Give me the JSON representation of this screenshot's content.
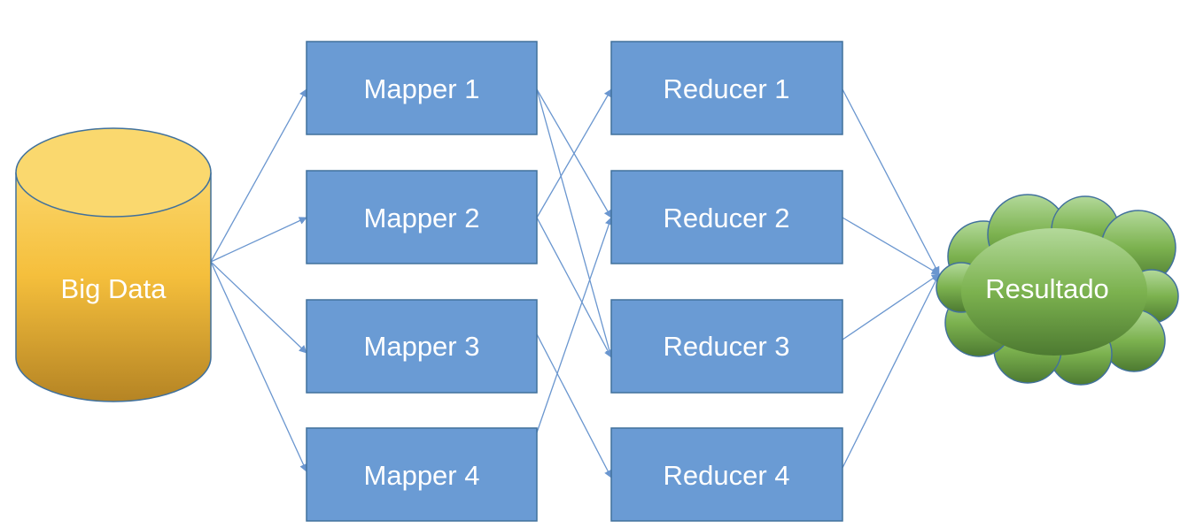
{
  "diagram": {
    "source": {
      "id": "bigdata",
      "label": "Big Data"
    },
    "mappers": [
      {
        "id": "m1",
        "label": "Mapper 1"
      },
      {
        "id": "m2",
        "label": "Mapper 2"
      },
      {
        "id": "m3",
        "label": "Mapper 3"
      },
      {
        "id": "m4",
        "label": "Mapper 4"
      }
    ],
    "reducers": [
      {
        "id": "r1",
        "label": "Reducer 1"
      },
      {
        "id": "r2",
        "label": "Reducer 2"
      },
      {
        "id": "r3",
        "label": "Reducer 3"
      },
      {
        "id": "r4",
        "label": "Reducer 4"
      }
    ],
    "result": {
      "id": "resultado",
      "label": "Resultado"
    },
    "edges": [
      [
        "bigdata",
        "m1"
      ],
      [
        "bigdata",
        "m2"
      ],
      [
        "bigdata",
        "m3"
      ],
      [
        "bigdata",
        "m4"
      ],
      [
        "m1",
        "r2"
      ],
      [
        "m1",
        "r3"
      ],
      [
        "m2",
        "r1"
      ],
      [
        "m2",
        "r3"
      ],
      [
        "m3",
        "r4"
      ],
      [
        "m4",
        "r2"
      ],
      [
        "r1",
        "resultado"
      ],
      [
        "r2",
        "resultado"
      ],
      [
        "r3",
        "resultado"
      ],
      [
        "r4",
        "resultado"
      ]
    ],
    "colors": {
      "box_fill": "#6a9bd4",
      "box_border": "#41719c",
      "edge": "#6a96cf",
      "cylinder_top": "#fbd66a",
      "cylinder_bottom": "#b58424",
      "cloud_top": "#a9d18e",
      "cloud_bottom": "#548235"
    }
  }
}
